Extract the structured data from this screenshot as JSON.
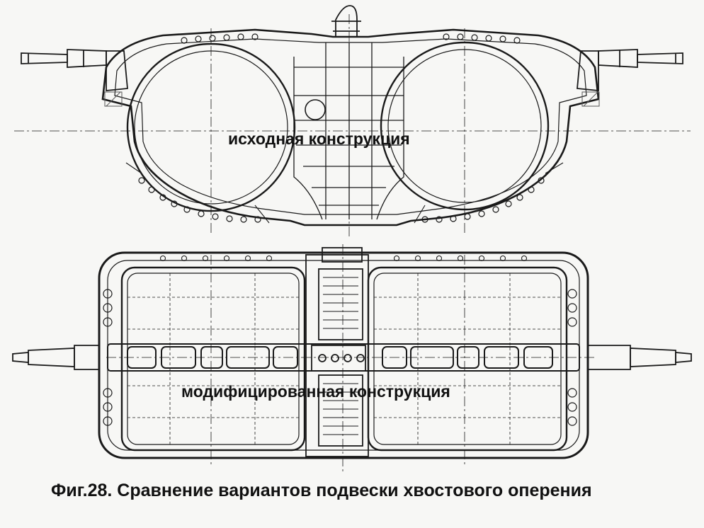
{
  "labels": {
    "original": "исходная конструкция",
    "modified": "модифицированная конструкция"
  },
  "caption": "Фиг.28. Сравнение вариантов подвески хвостового оперения",
  "colors": {
    "ink": "#1a1a1a",
    "paper": "#f7f7f5",
    "hatch": "#555555"
  }
}
